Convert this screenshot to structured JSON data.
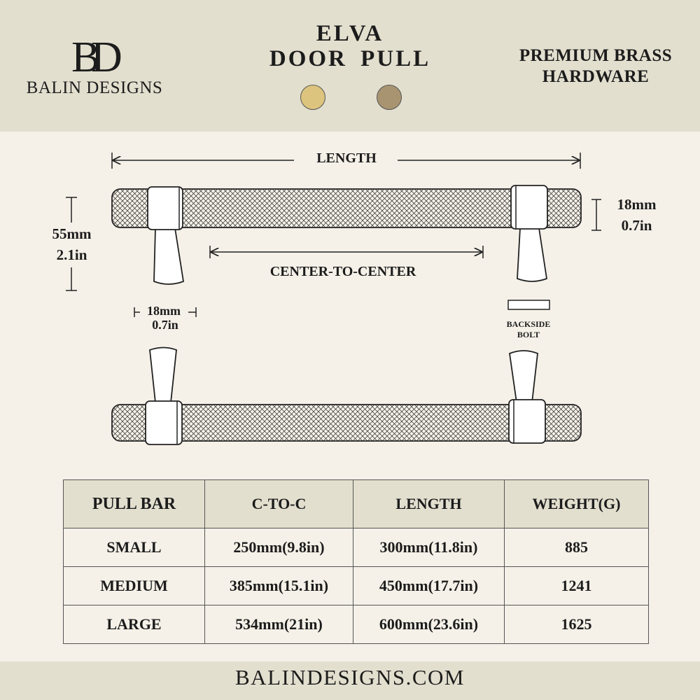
{
  "brand": {
    "monogram": "BD",
    "name": "BALIN DESIGNS"
  },
  "product": {
    "title_line1": "ELVA",
    "title_line2": "DOOR PULL"
  },
  "tagline": {
    "line1": "PREMIUM BRASS",
    "line2": "HARDWARE"
  },
  "finishes": [
    {
      "name": "satin-brass",
      "color": "#dcc47e"
    },
    {
      "name": "antique-brass",
      "color": "#a89470"
    }
  ],
  "diagram": {
    "length_label": "LENGTH",
    "center_label": "CENTER-TO-CENTER",
    "bar_dia_mm": "18mm",
    "bar_dia_in": "0.7in",
    "height_mm": "55mm",
    "height_in": "2.1in",
    "post_dia_mm": "18mm",
    "post_dia_in": "0.7in",
    "bolt_line1": "BACKSIDE",
    "bolt_line2": "BOLT"
  },
  "table": {
    "headers": [
      "PULL BAR",
      "C-TO-C",
      "LENGTH",
      "WEIGHT(G)"
    ],
    "rows": [
      [
        "SMALL",
        "250mm(9.8in)",
        "300mm(11.8in)",
        "885"
      ],
      [
        "MEDIUM",
        "385mm(15.1in)",
        "450mm(17.7in)",
        "1241"
      ],
      [
        "LARGE",
        "534mm(21in)",
        "600mm(23.6in)",
        "1625"
      ]
    ]
  },
  "footer": {
    "url": "BALINDESIGNS.COM"
  }
}
